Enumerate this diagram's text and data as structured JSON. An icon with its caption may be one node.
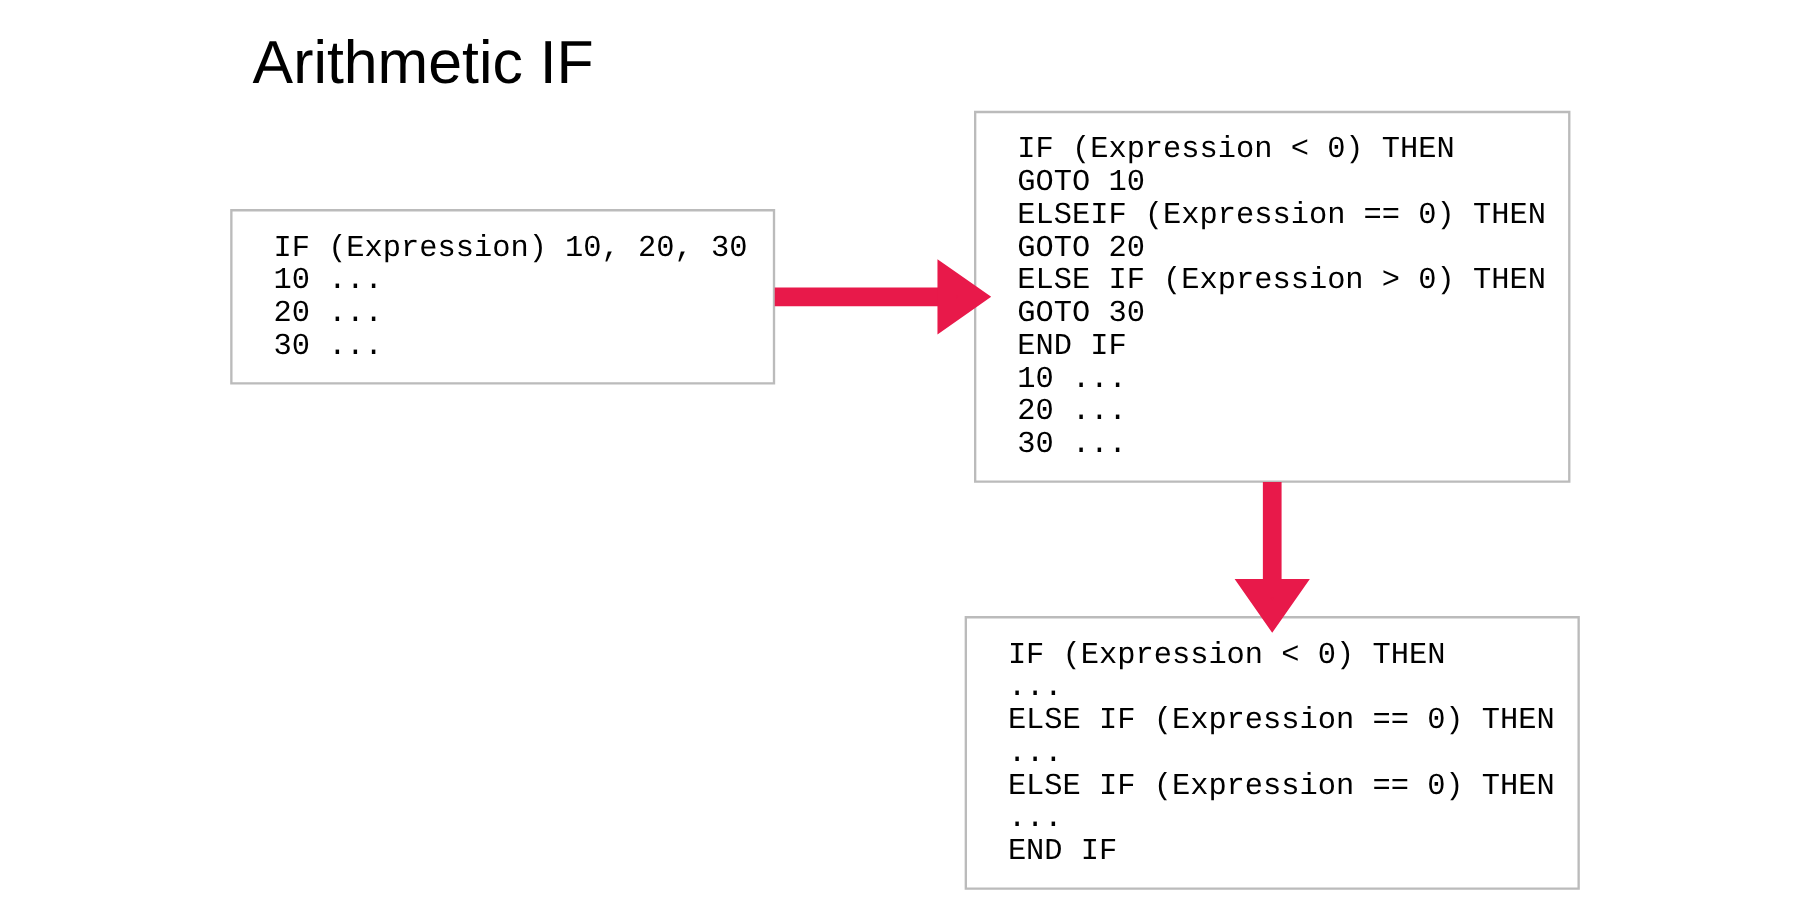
{
  "diagram": {
    "title": "Arithmetic IF",
    "nodes": [
      {
        "text": [
          "IF (Expression) 10, 20, 30",
          "10 ...",
          "20 ...",
          "30 ..."
        ]
      },
      {
        "text": [
          "IF (Expression < 0) THEN",
          "GOTO 10",
          "ELSEIF (Expression == 0) THEN",
          "GOTO 20",
          "ELSE IF (Expression > 0) THEN",
          "GOTO 30",
          "END IF",
          "10 ...",
          "20 ...",
          "30 ..."
        ]
      },
      {
        "text": [
          "IF (Expression < 0) THEN",
          "...",
          "ELSE IF (Expression == 0) THEN",
          "...",
          "ELSE IF (Expression == 0) THEN",
          "...",
          "END IF"
        ]
      }
    ],
    "edges": [
      {
        "from": 0,
        "to": 1,
        "arrow": "to"
      },
      {
        "from": 1,
        "to": 2,
        "arrow": "to"
      }
    ]
  }
}
